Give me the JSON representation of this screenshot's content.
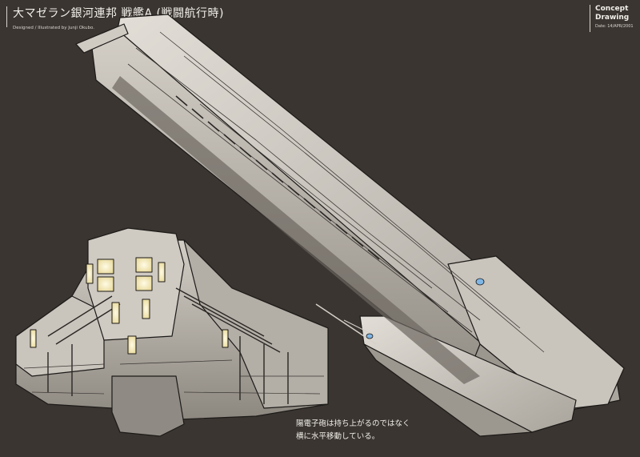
{
  "header": {
    "title": "大マゼラン銀河連邦 戦艦A (戦闘航行時)",
    "credit": "Designed / Illustrated by Junji Okubo."
  },
  "stamp": {
    "line1": "Concept",
    "line2": "Drawing",
    "date": "Date: 14/APR/2001"
  },
  "annotation": {
    "line1": "陽電子砲は持ち上がるのではなく",
    "line2": "横に水平移動している。"
  },
  "colors": {
    "background": "#3a3531",
    "hull_light": "#d7d3cc",
    "hull_mid": "#b9b4ac",
    "hull_dark": "#8f8a83",
    "outline": "#1c1a18",
    "light_glow": "#fff6cf",
    "accent_blue": "#7fb6e6"
  }
}
